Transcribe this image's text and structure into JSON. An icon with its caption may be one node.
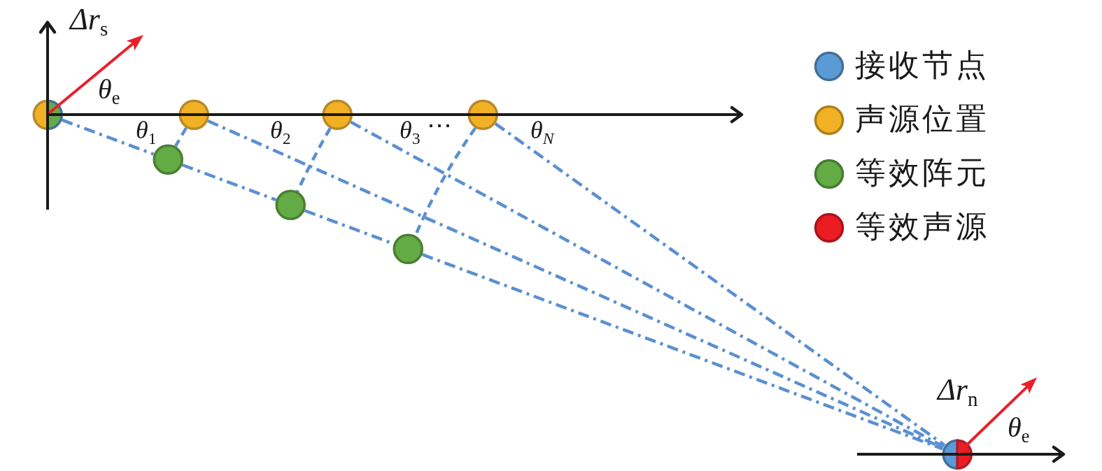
{
  "diagram": {
    "nodes": [
      {
        "text": [],
        "shape": "circle"
      },
      {
        "text": [],
        "shape": "circle"
      },
      {
        "text": [],
        "shape": "circle"
      },
      {
        "text": [],
        "shape": "circle"
      },
      {
        "text": [],
        "shape": "circle"
      },
      {
        "text": [],
        "shape": "circle"
      },
      {
        "text": [],
        "shape": "circle"
      },
      {
        "text": [],
        "shape": "circle"
      }
    ],
    "edges": [
      {
        "from": 0,
        "to": 4,
        "arrow": "none",
        "style": "dashed"
      },
      {
        "from": 4,
        "to": 5,
        "arrow": "none",
        "style": "dashed"
      },
      {
        "from": 5,
        "to": 6,
        "arrow": "none",
        "style": "dashed"
      },
      {
        "from": 6,
        "to": 7,
        "arrow": "none",
        "style": "dashed"
      },
      {
        "from": 1,
        "to": 7,
        "arrow": "none",
        "style": "dashed"
      },
      {
        "from": 2,
        "to": 7,
        "arrow": "none",
        "style": "dashed"
      },
      {
        "from": 3,
        "to": 7,
        "arrow": "none",
        "style": "dashed"
      },
      {
        "from": 1,
        "to": 4,
        "arrow": "none",
        "style": "dashed"
      },
      {
        "from": 2,
        "to": 5,
        "arrow": "none",
        "style": "dashed"
      },
      {
        "from": 3,
        "to": 6,
        "arrow": "none",
        "style": "dashed"
      }
    ],
    "labels": [
      "*Δr*$_{s}$",
      "*θ*$_{e}$",
      "*θ*$_{1}$",
      "*θ*$_{2}$",
      "*θ*$_{3}$",
      "⋯",
      "*θ*$_{N}$",
      "*Δr*$_{n}$",
      "*θ*$_{e}$"
    ],
    "legend": [
      {
        "text": "接收节点",
        "color": "#5b9bd5"
      },
      {
        "text": "声源位置",
        "color": "#f2b124"
      },
      {
        "text": "等效阵元",
        "color": "#63ab45"
      },
      {
        "text": "等效声源",
        "color": "#ec1c24"
      }
    ]
  }
}
